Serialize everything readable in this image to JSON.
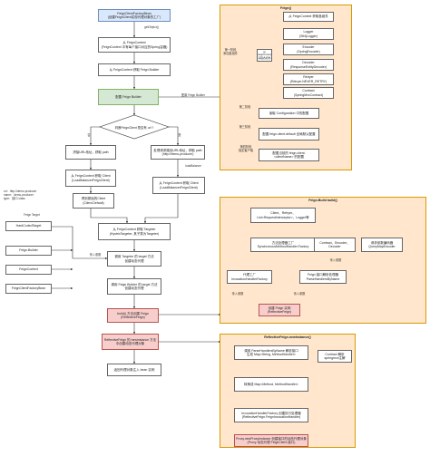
{
  "nodes": {
    "factory_bean": "FeignClientFactoryBean\n(创建FeignClient实现代理对象的工厂)",
    "feign_context": "从 FeignContext\n(FeignContext 中有每个接口对应的Spring容器)",
    "get_builder": "从 FeignContext 获取 Feign Builder",
    "config_builder": "配置 Feign Builder",
    "decision": "判断FeignClient 是否有 url ?",
    "no_url": "拼接URL地址，获取 path",
    "with_url": "处理请求路径URL地址，获取 path\n(http://demo-producer)",
    "get_client_left": "从 FeignContext 获取 Client\n(LoadBalancerFeignClient)",
    "unwrap_client": "得到原始的Client\n(Client.Default)",
    "get_client_right": "从 FeignContext 获取 Client\n(LoadBalancerFeignClient)",
    "get_targeter": "从 FeignContext 获取 Targeter\n(HystrixTargeter, 其子类为Targeter)",
    "call_target": "调用 Targeter 的 target 方法\n创建动态代理",
    "builder_target": "调用 Feign.Builder 的 target 方法\n创建动态代理",
    "build_feign": "build() 方法创建 Feign\n(ReflectiveFeign)",
    "new_instance": "ReflectiveFeign 的 newInstance 方法\n中创建动态代理对象",
    "return_proxy": "返回代理对象注入 bean 实例",
    "hard_coded_target": "HardCodedTarget",
    "feign_builder": "Feign.Builder",
    "feign_context_arg": "FeignContext",
    "factory_bean_arg": "FeignClientFactoryBean",
    "url_note": "url：http://demo-producer\nname：demo-producer\ntype：接口 class"
  },
  "feign_panel": {
    "title": "Feign()",
    "components": "第一阶段\n添加各组件",
    "c1": "从 FeignContext 获取各组件",
    "c2": "Logger\n(Slf4jLogger)",
    "c3": "Encoder\n(SpringEncoder)",
    "c4": "Decoder\n(ResponseEntityDecoder)",
    "c5": "Retryer\n(Retryer.NEVER_RETRY)",
    "c6": "Contract\n(SpringMvcContract)",
    "stage2": "第二阶段",
    "stage2_box": "读取 Configuration 中的配置",
    "stage3": "第三阶段",
    "stage3_box": "配置 feign.client.default 全局默认配置",
    "stage4": "第四阶段\n指定客户端",
    "stage4_box": "配置当前的 feign.client.\n<clientName> 的配置"
  },
  "build_panel": {
    "title": "Feign.Build build()",
    "client_retryer": "Client、Retryer、\nList<RequestInterceptor>、Logger等",
    "sync_factory": "方法处理器工厂\nSynchronousMethodHandler.Factory",
    "contract_encoder": "Contract、Encoder、Decoder",
    "query_map": "请求参数编码器\nQueryMapEncoder",
    "invocation": "代理工厂\nInvocationHandlerFactory",
    "parse_handlers": "Feign 接口解析处理器\nParseHandlersByName",
    "create_feign": "创建 Feign 实例\n(ReflectiveFeign)",
    "in_param": "传入参数"
  },
  "reflective_panel": {
    "title": "ReflectiveFeign.newInstance()",
    "parse_apply": "调用 ParseHandlersByName 解析接口\n生成 Map<String, MethodHandler>",
    "contract_parse": "Contract 解析 springmvc注解",
    "method_map": "转换成 Map<Method, MethodHandler>",
    "invocation_create": "InvocationHandlerFactory 创建执行处理器\n(ReflectiveFeign.FeignInvocationHandler)",
    "proxy": "Proxy.newProxyInstance 创建接口的动态代理对象\n(Proxy 动态代理 FeignClient 接口)"
  },
  "edge_labels": {
    "get_object": "getObject()",
    "config_feign": "配置 Feign Builder",
    "yes": "否",
    "no": "是",
    "load_balance": "loadBalance",
    "in_param": "传入参数",
    "build_target": "Feign Target"
  }
}
